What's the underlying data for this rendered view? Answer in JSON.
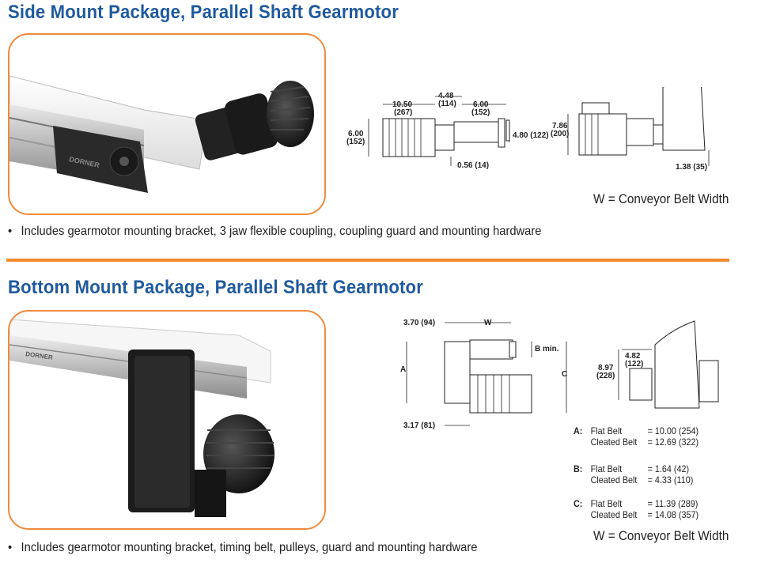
{
  "side": {
    "title": "Side Mount Package, Parallel Shaft Gearmotor",
    "bullet": "Includes gearmotor mounting bracket, 3 jaw flexible coupling, coupling guard and mounting hardware",
    "w_label": "W = Conveyor Belt Width",
    "dims": {
      "d1": "10.50",
      "d1mm": "(267)",
      "d2": "4.48",
      "d2mm": "(114)",
      "d3": "6.00",
      "d3mm": "(152)",
      "d4": "6.00",
      "d4mm": "(152)",
      "d5": "4.80 (122)",
      "d6": "0.56 (14)",
      "d7": "7.86",
      "d7mm": "(200)",
      "d8": "1.38 (35)"
    },
    "brand_mark": "DORNER"
  },
  "bottom": {
    "title": "Bottom Mount Package, Parallel Shaft Gearmotor",
    "bullet": "Includes gearmotor mounting bracket, timing belt, pulleys, guard and mounting hardware",
    "w_label": "W = Conveyor Belt Width",
    "dims": {
      "d1": "3.70 (94)",
      "w": "W",
      "bmin": "B min.",
      "a": "A",
      "c": "C",
      "d2": "3.17 (81)",
      "d3": "4.82",
      "d3mm": "(122)",
      "d4": "8.97",
      "d4mm": "(228)"
    },
    "specs": [
      {
        "key": "A:",
        "rows": [
          {
            "name": "Flat Belt",
            "value": "= 10.00 (254)"
          },
          {
            "name": "Cleated Belt",
            "value": "= 12.69 (322)"
          }
        ]
      },
      {
        "key": "B:",
        "rows": [
          {
            "name": "Flat Belt",
            "value": "= 1.64 (42)"
          },
          {
            "name": "Cleated Belt",
            "value": "= 4.33 (110)"
          }
        ]
      },
      {
        "key": "C:",
        "rows": [
          {
            "name": "Flat Belt",
            "value": "= 11.39 (289)"
          },
          {
            "name": "Cleated Belt",
            "value": "= 14.08 (357)"
          }
        ]
      }
    ],
    "brand_mark": "DORNER"
  },
  "colors": {
    "title": "#1f5a9e",
    "accent": "#f28a32",
    "text": "#222222"
  }
}
